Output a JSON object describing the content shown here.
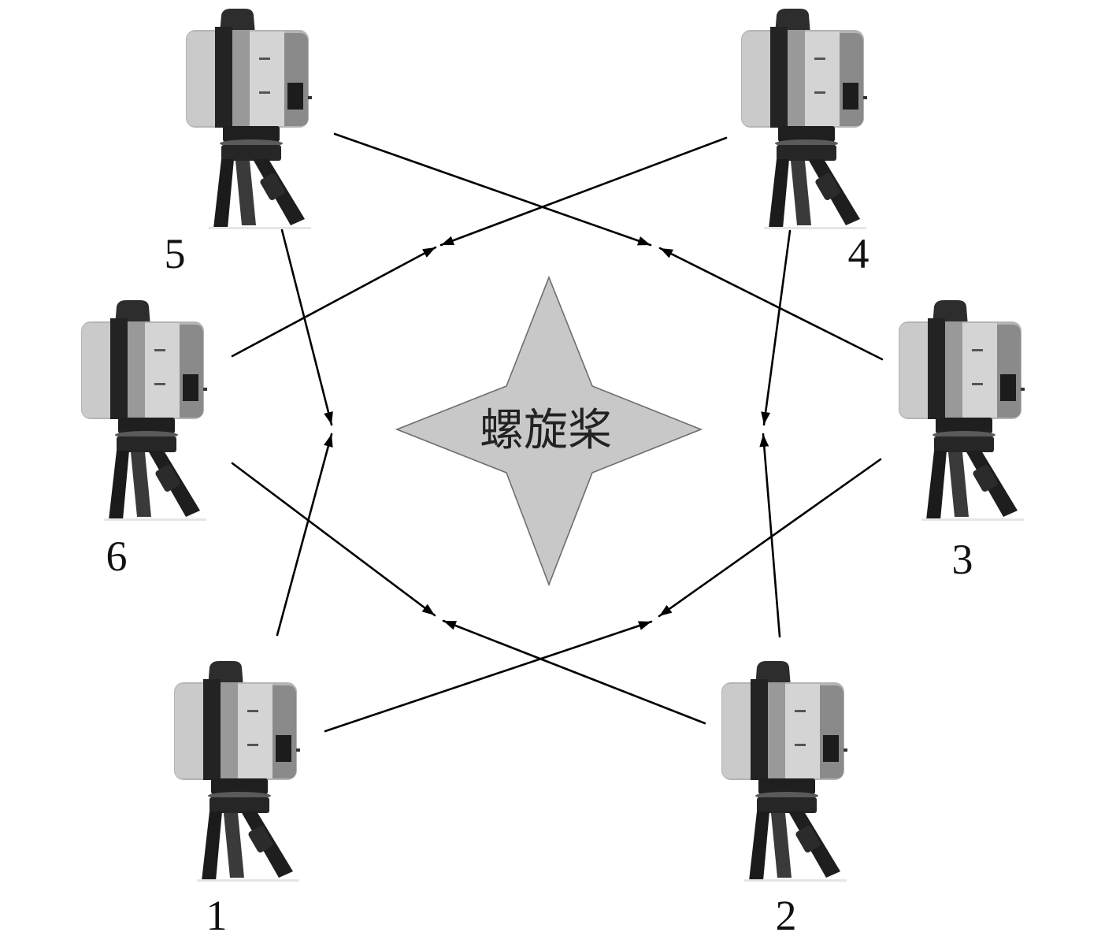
{
  "diagram": {
    "center": {
      "label": "螺旋桨",
      "shape": "four-point-star"
    },
    "scanners": [
      {
        "label": "1",
        "icon": "laser-scanner-icon"
      },
      {
        "label": "2",
        "icon": "laser-scanner-icon"
      },
      {
        "label": "3",
        "icon": "laser-scanner-icon"
      },
      {
        "label": "4",
        "icon": "laser-scanner-icon"
      },
      {
        "label": "5",
        "icon": "laser-scanner-icon"
      },
      {
        "label": "6",
        "icon": "laser-scanner-icon"
      }
    ],
    "colors": {
      "line": "#000000",
      "center_fill": "#c8c8c8",
      "center_stroke": "#6e6e6e",
      "label": "#111111"
    }
  }
}
